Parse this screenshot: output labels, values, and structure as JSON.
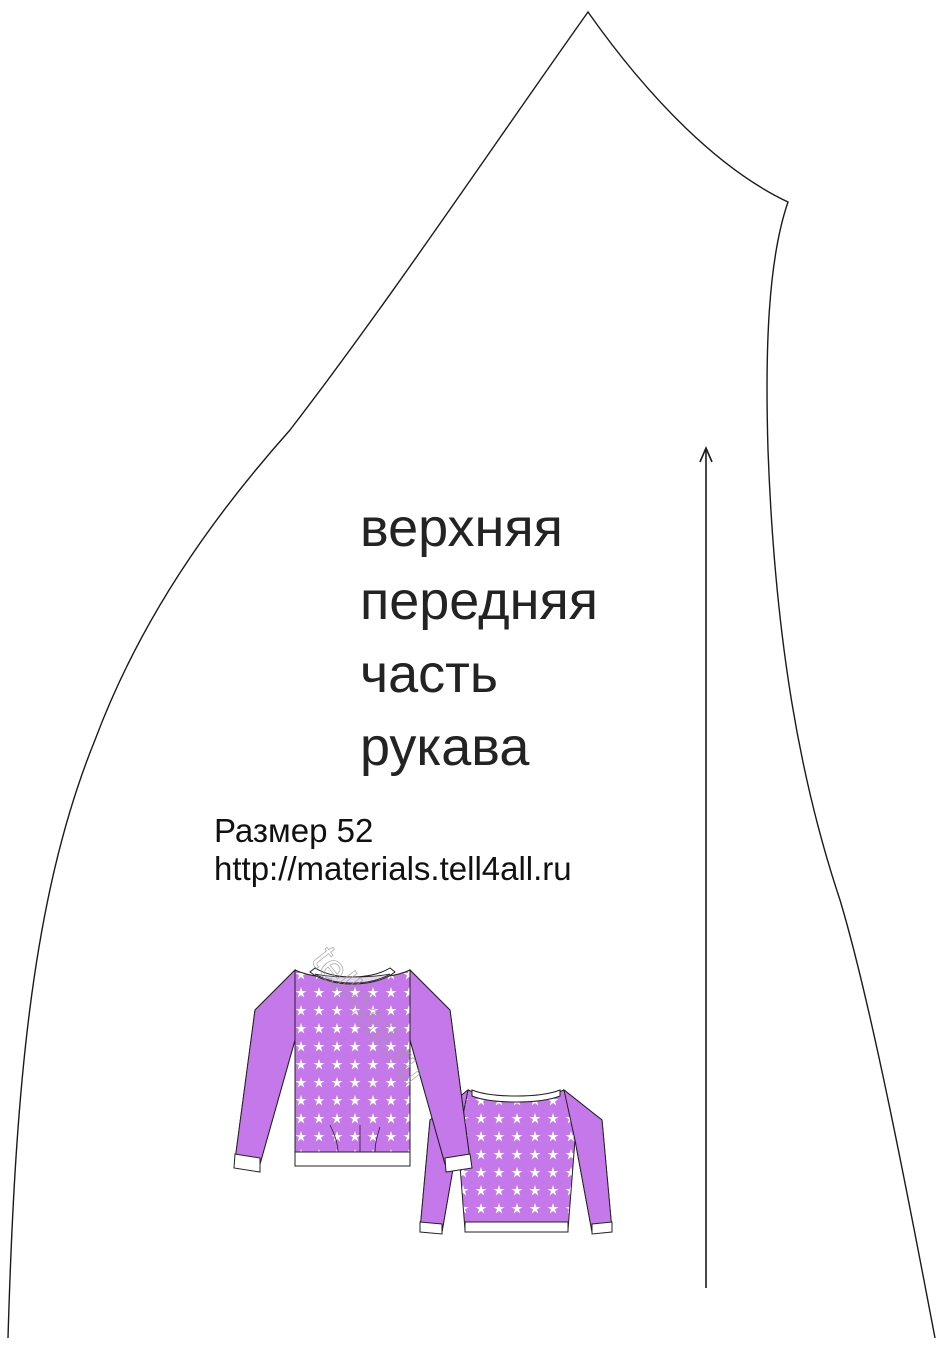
{
  "piece": {
    "title_lines": [
      "верхняя",
      "передняя",
      "часть",
      "рукава"
    ]
  },
  "info": {
    "size": "Размер 52",
    "url": "http://materials.tell4all.ru"
  },
  "sketch": {
    "watermark": "tell4all.ru",
    "fabric_color": "#c578ea",
    "trim_color": "#ffffff"
  },
  "grainline": {
    "direction": "up"
  }
}
